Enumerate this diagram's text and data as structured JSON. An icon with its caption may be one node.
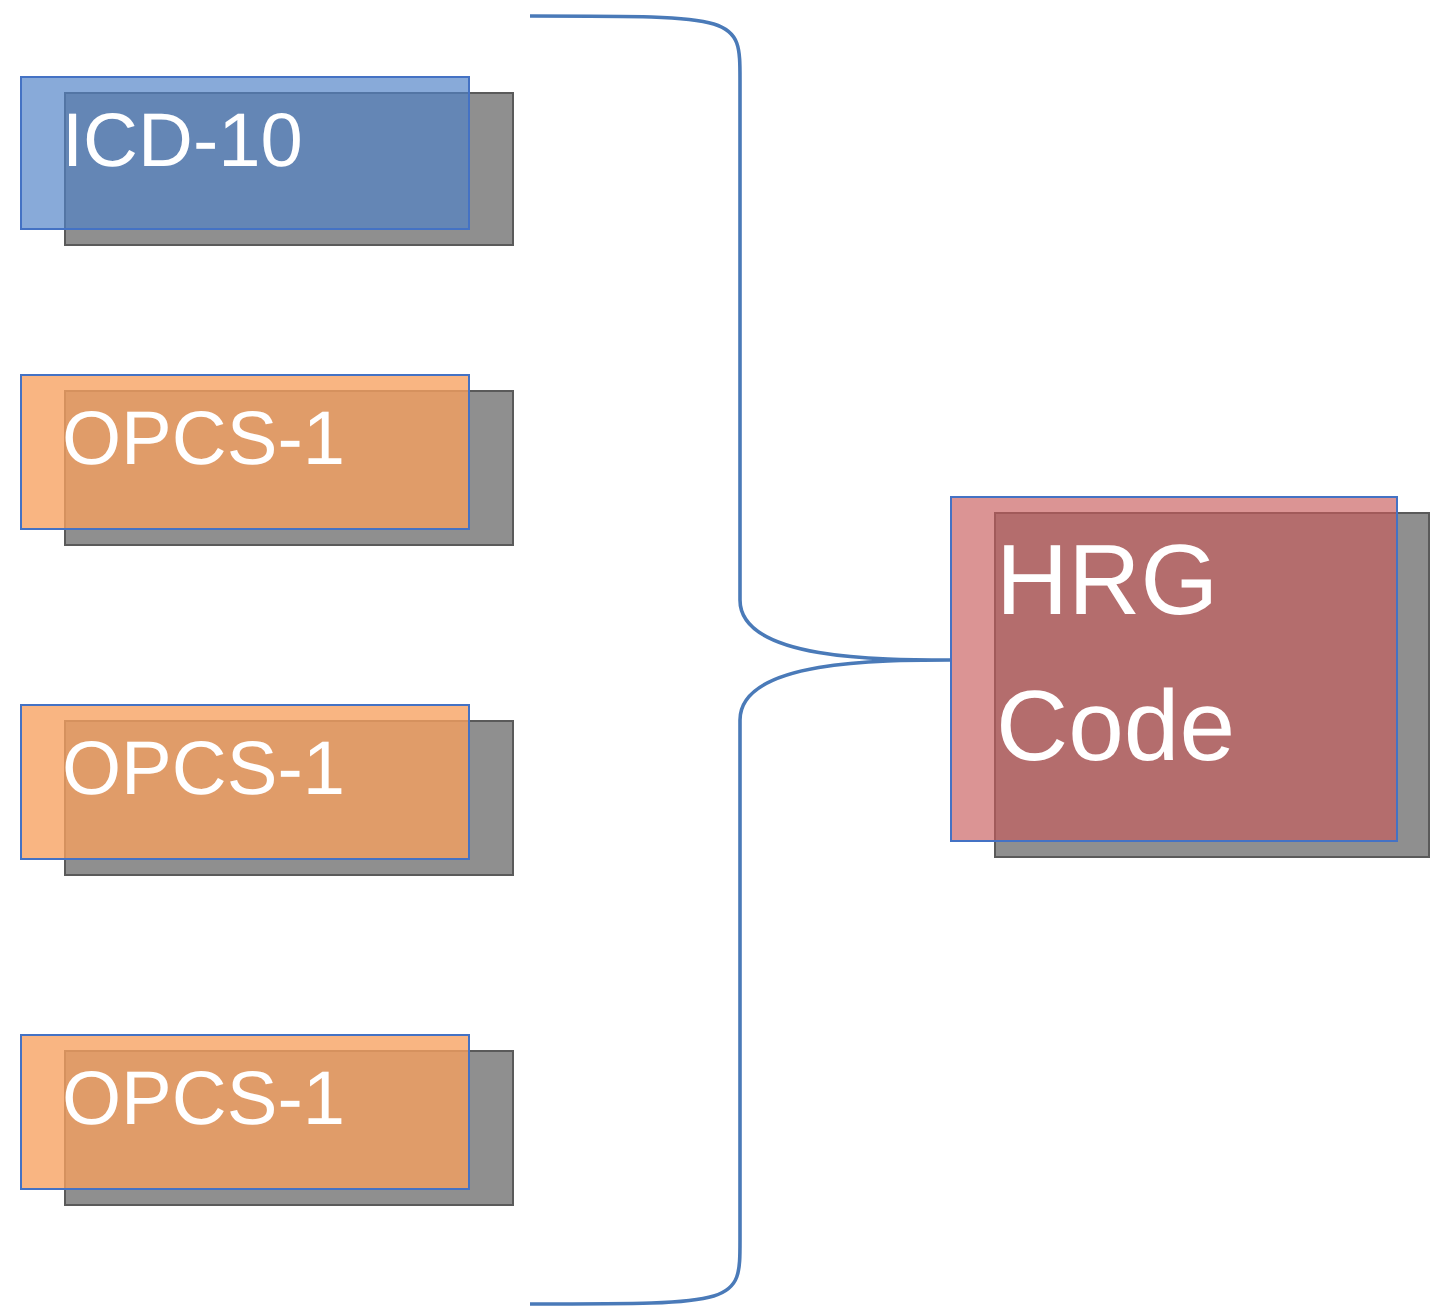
{
  "diagram": {
    "nodes": [
      {
        "text": [
          "ICD-10"
        ]
      },
      {
        "text": [
          "OPCS-1"
        ]
      },
      {
        "text": [
          "OPCS-1"
        ]
      },
      {
        "text": [
          "OPCS-1"
        ]
      },
      {
        "text": [
          "HRG Code"
        ]
      }
    ]
  }
}
